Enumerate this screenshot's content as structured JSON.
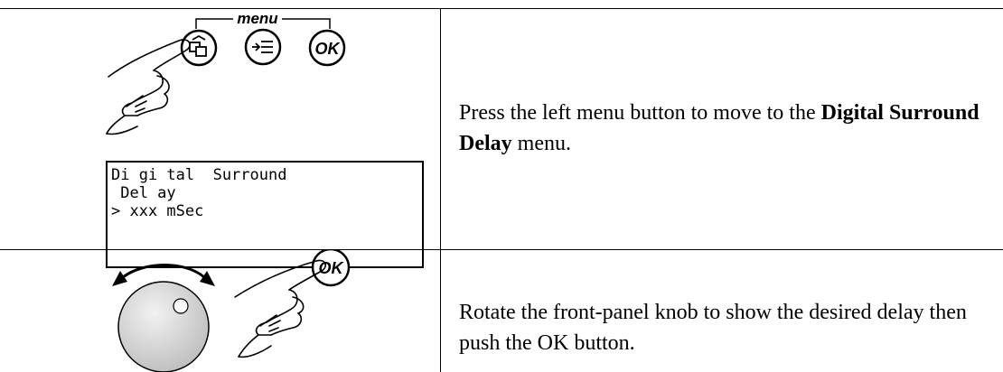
{
  "steps": [
    {
      "illustration": {
        "button_bracket_label": "menu",
        "buttons": [
          {
            "name": "left-menu-button",
            "glyph": "left-arrow-icon"
          },
          {
            "name": "right-menu-button",
            "glyph": "right-arrow-list-icon"
          },
          {
            "name": "ok-button",
            "label": "OK"
          }
        ],
        "display_lines": [
          "Di gi tal  Surround",
          " Del ay",
          "> xxx mSec"
        ]
      },
      "text_before": "Press the left menu button to move to the ",
      "text_bold": "Digital Surround Delay",
      "text_after": " menu."
    },
    {
      "illustration": {
        "knob": "front-panel-knob",
        "ok_label": "OK"
      },
      "text": "Rotate the front-panel knob to show the desired delay then push the OK button."
    }
  ]
}
